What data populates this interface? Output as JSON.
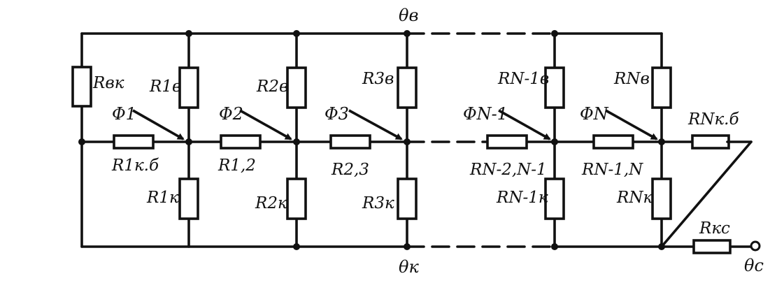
{
  "rails": {
    "top": "θв",
    "bottom": "θк",
    "output": "θс"
  },
  "sections": [
    {
      "flux": "Φ1",
      "upper": "R1в",
      "lower": "R1к",
      "link": "R1к.б"
    },
    {
      "flux": "Φ2",
      "upper": "R2в",
      "lower": "R2к",
      "link": "R1,2"
    },
    {
      "flux": "Φ3",
      "upper": "R3в",
      "lower": "R3к",
      "link": "R2,3"
    },
    {
      "flux": "ΦN-1",
      "upper": "RN-1в",
      "lower": "RN-1к",
      "link": "RN-2,N-1"
    },
    {
      "flux": "ΦN",
      "upper": "RNв",
      "lower": "RNк",
      "link": "RN-1,N"
    }
  ],
  "edge": {
    "left_vertical": "Rвк",
    "right_link": "RNк.б",
    "output_link": "Rкс"
  }
}
